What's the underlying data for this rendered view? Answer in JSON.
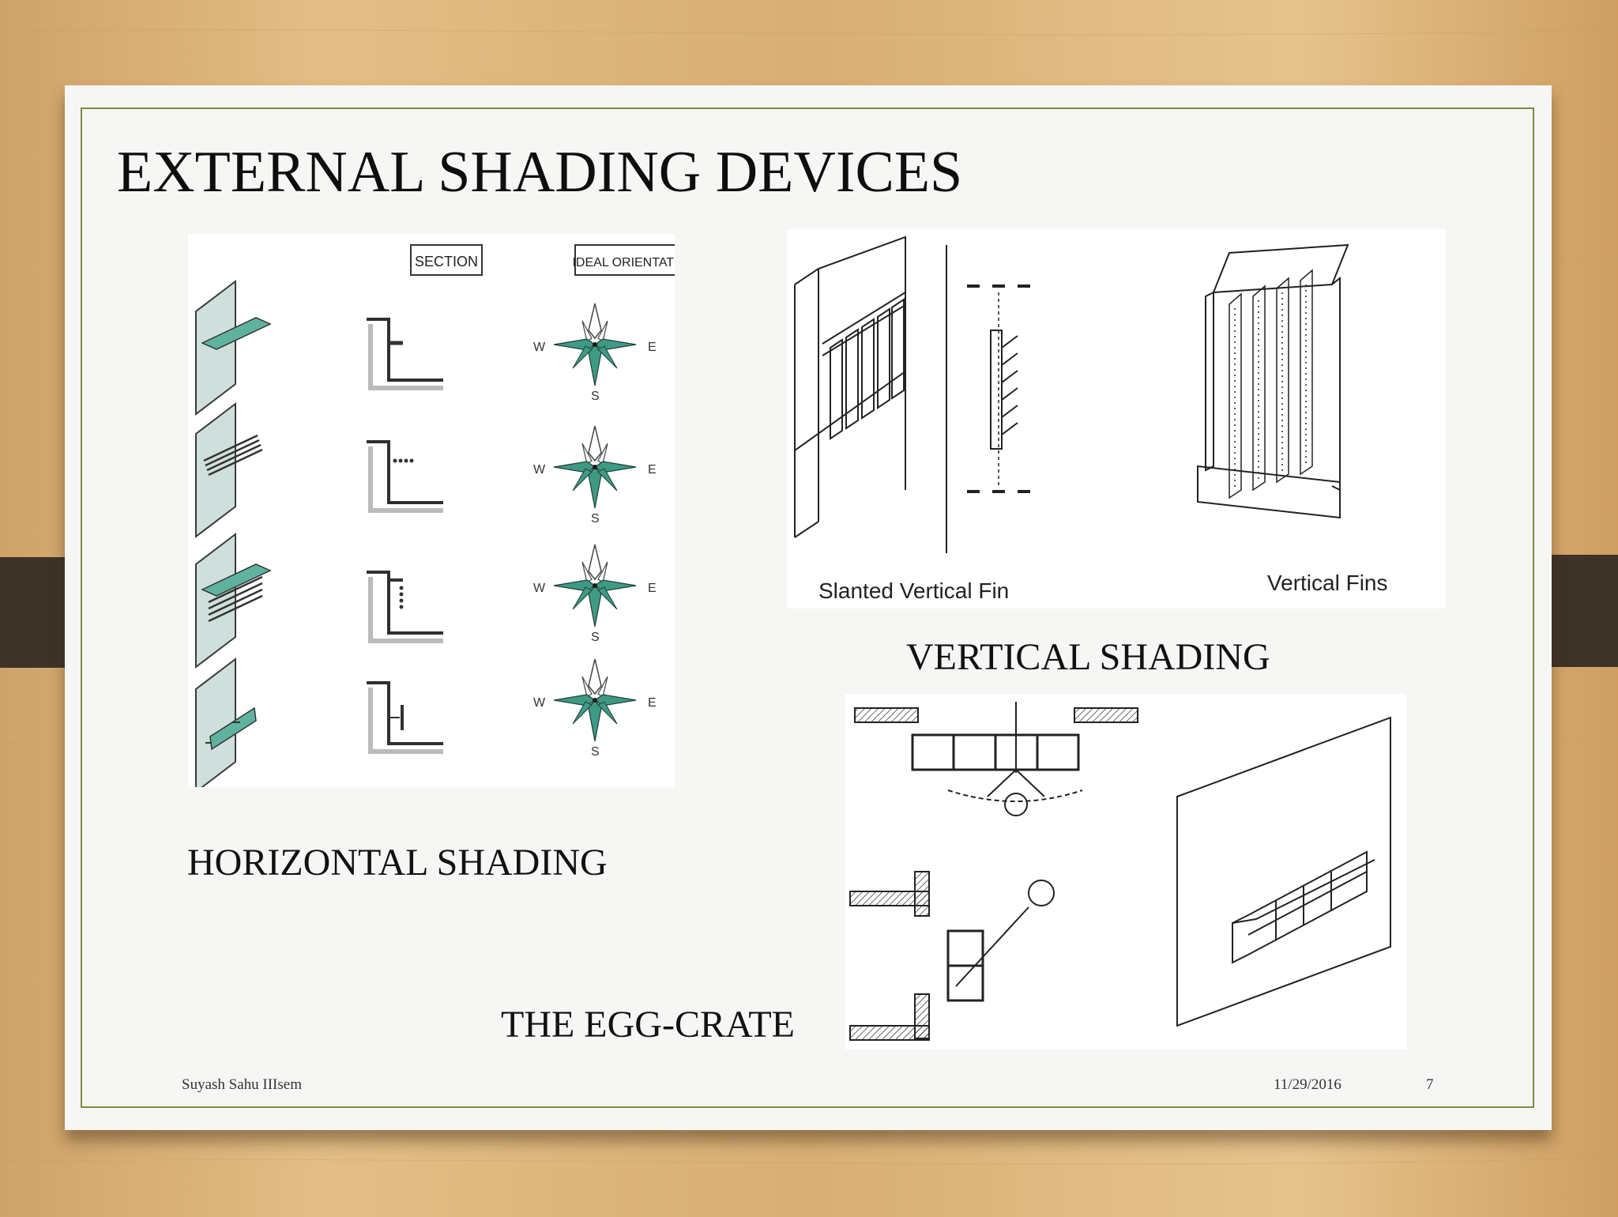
{
  "slide": {
    "title": "EXTERNAL SHADING DEVICES",
    "figures": {
      "horizontal": {
        "section_header": "SECTION",
        "orientation_header": "IDEAL ORIENTATION",
        "compass_labels": {
          "west": "W",
          "east": "E",
          "south": "S"
        },
        "accent_color": "#3f9a84"
      },
      "vertical": {
        "slanted_label": "Slanted Vertical Fin",
        "fins_label": "Vertical Fins"
      }
    },
    "captions": {
      "horizontal": "HORIZONTAL SHADING",
      "vertical": "VERTICAL SHADING",
      "egg_crate": "THE EGG-CRATE"
    },
    "footer": {
      "author": "Suyash Sahu IIIsem",
      "date": "11/29/2016",
      "page_number": "7"
    },
    "colors": {
      "frame": "#7e8a3d",
      "clip": "#3e3329",
      "background": "#dcb47a"
    }
  }
}
